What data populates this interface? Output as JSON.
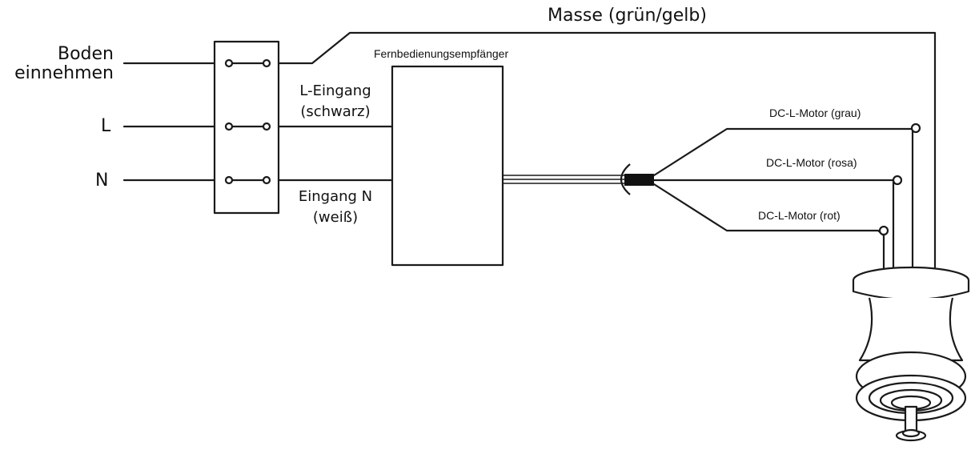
{
  "labels": {
    "masse": "Masse (grün/gelb)",
    "boden_line1": "Boden",
    "boden_line2": "einnehmen",
    "l": "L",
    "n": "N",
    "receiver": "Fernbedienungsempfänger",
    "l_eingang_line1": "L-Eingang",
    "l_eingang_line2": "(schwarz)",
    "eingang_n_line1": "Eingang N",
    "eingang_n_line2": "(weiß)",
    "motor_grau": "DC-L-Motor (grau)",
    "motor_rosa": "DC-L-Motor (rosa)",
    "motor_rot": "DC-L-Motor (rot)"
  },
  "colors": {
    "line": "#1a1a1a",
    "background": "#ffffff"
  }
}
